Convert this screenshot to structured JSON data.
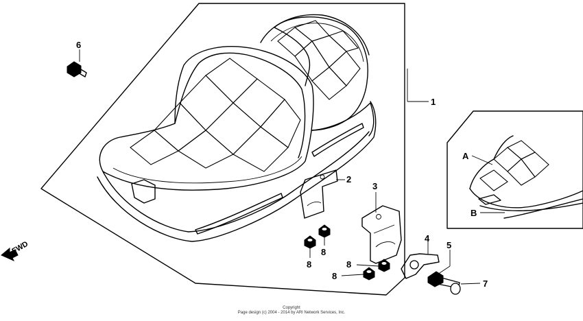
{
  "diagram": {
    "callouts": {
      "c1": "1",
      "c2": "2",
      "c3": "3",
      "c4": "4",
      "c5": "5",
      "c6": "6",
      "c7": "7",
      "c8a": "8",
      "c8b": "8",
      "c8c": "8",
      "c8d": "8",
      "cA": "A",
      "cB": "B"
    },
    "direction_label": "FWD",
    "copyright_line1": "Copyright",
    "copyright_line2": "Page design (c) 2004 - 2014 by ARI Network Services, Inc."
  }
}
